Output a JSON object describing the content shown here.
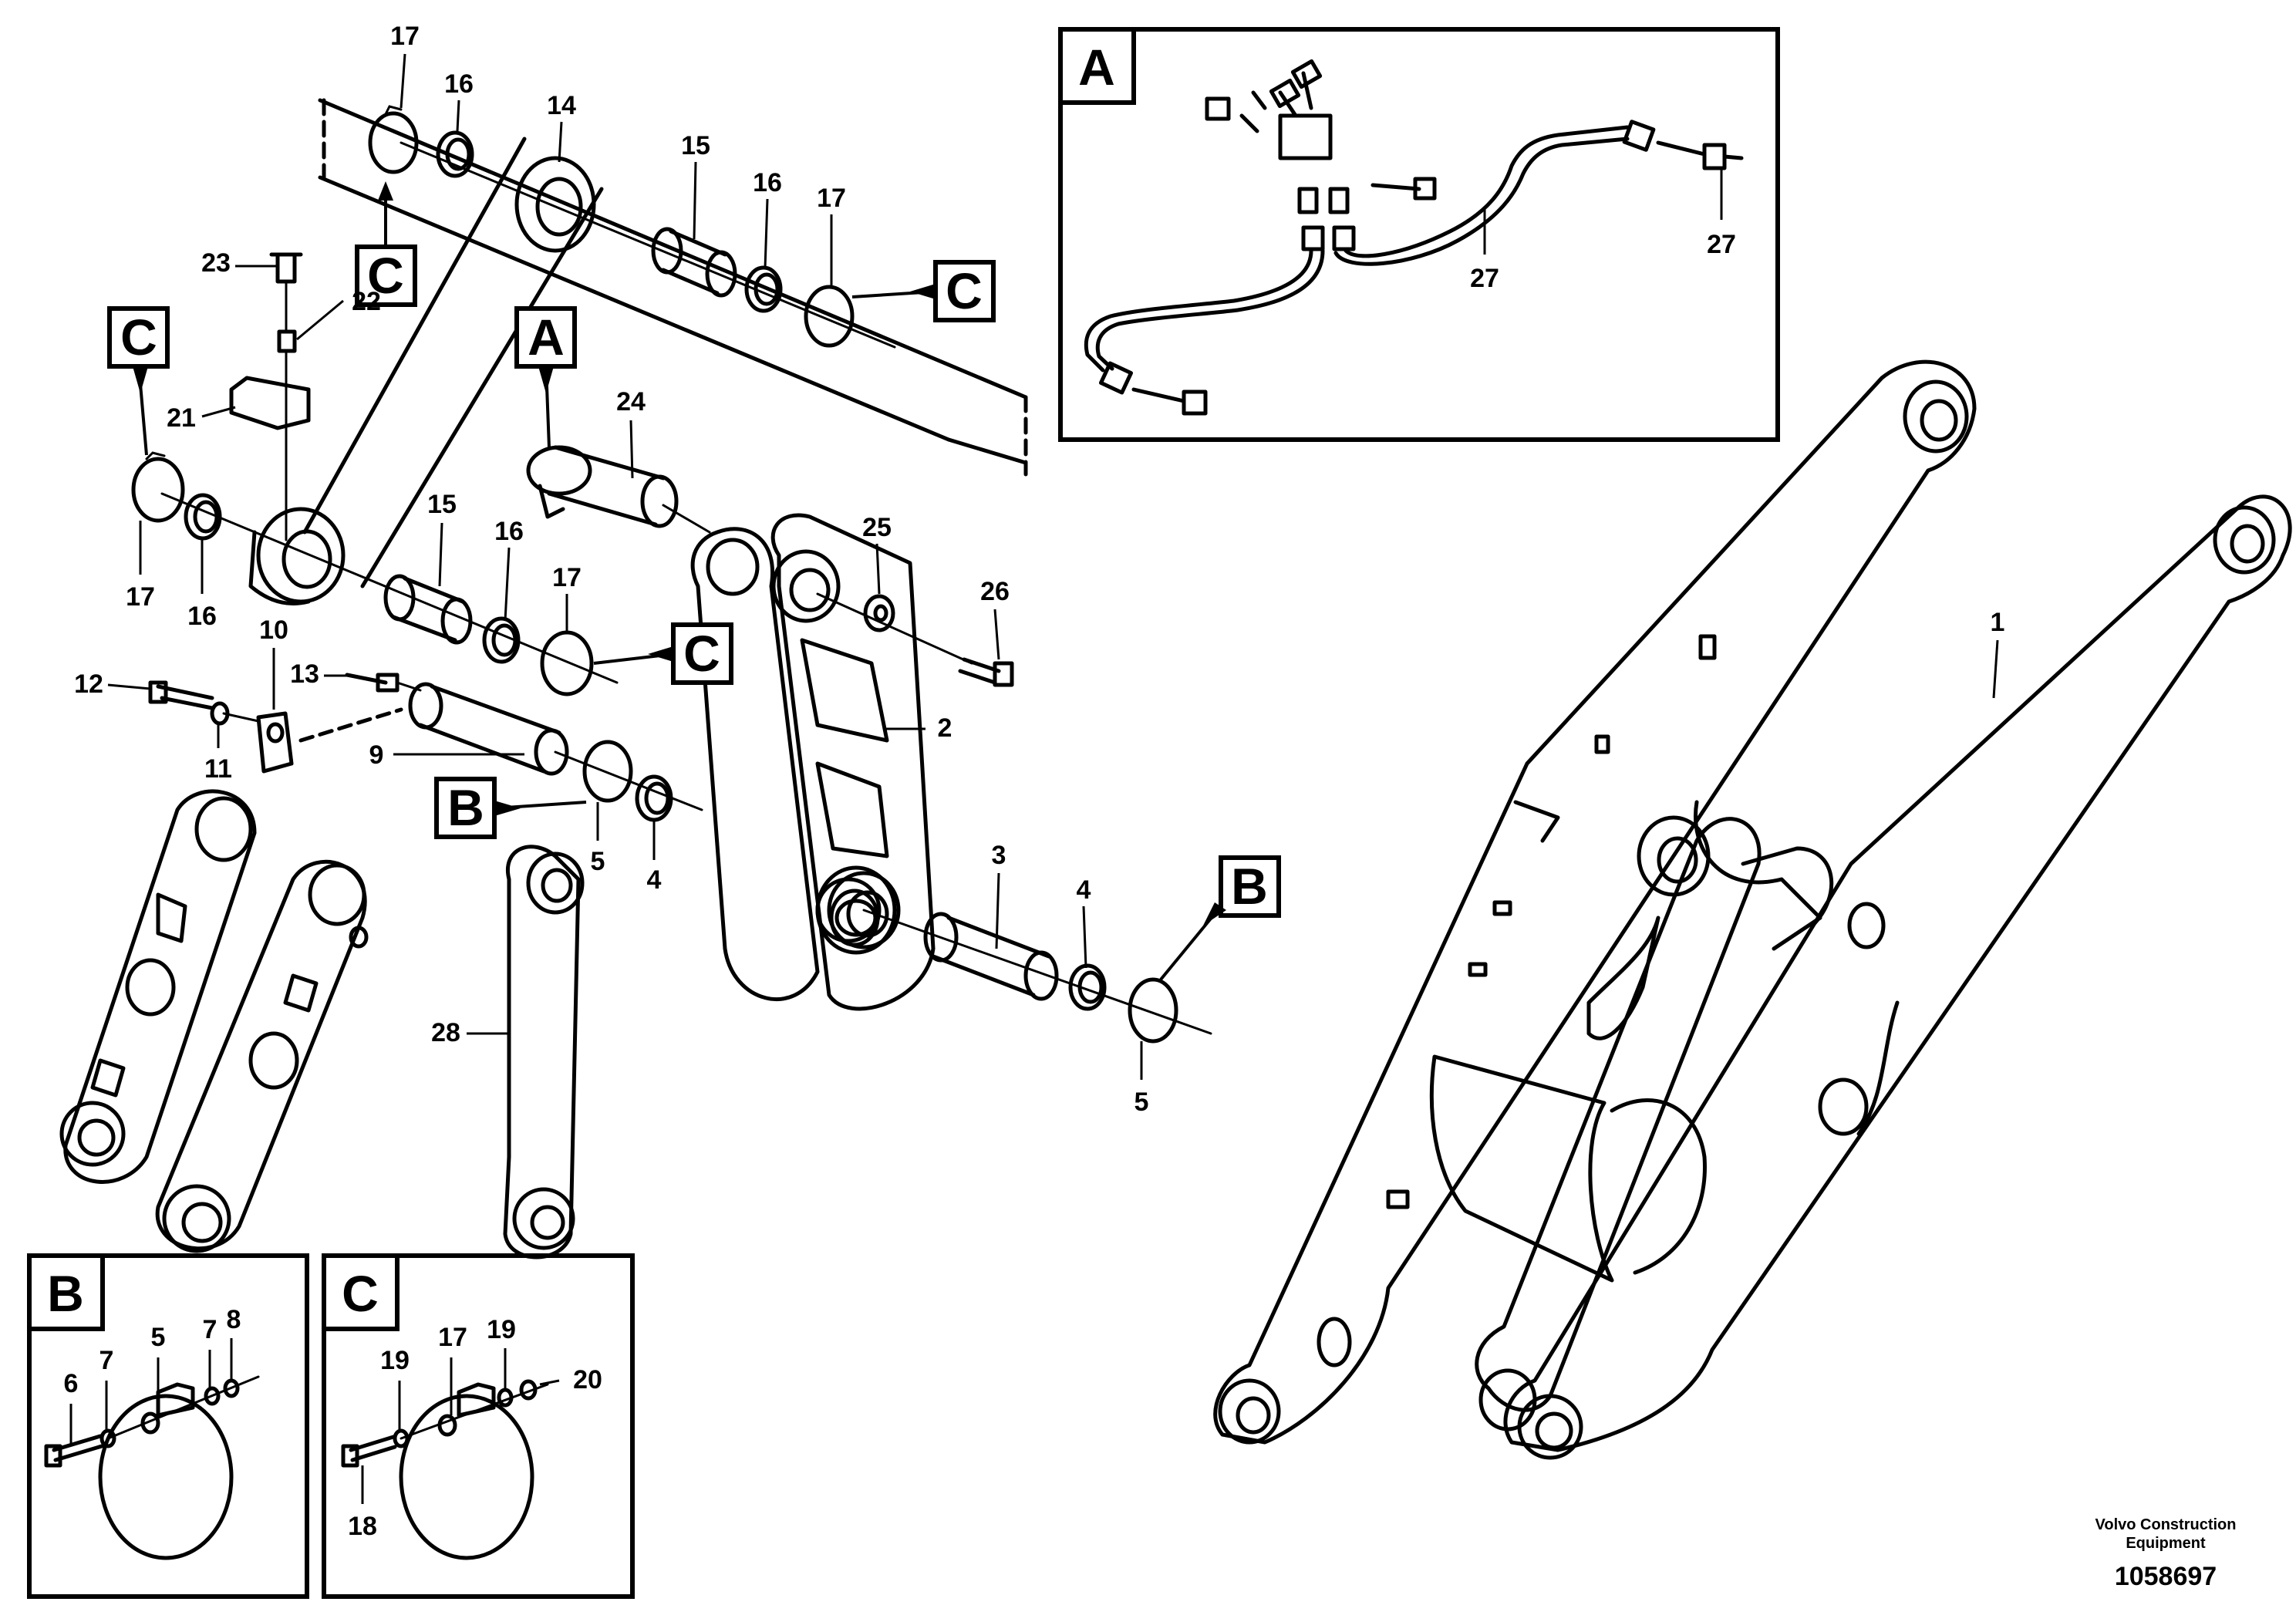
{
  "callouts": {
    "p1": "1",
    "p2": "2",
    "p3": "3",
    "p4a": "4",
    "p4b": "4",
    "p5a": "5",
    "p5b": "5",
    "p9": "9",
    "p10": "10",
    "p11": "11",
    "p12": "12",
    "p13": "13",
    "p14": "14",
    "p15a": "15",
    "p15b": "15",
    "p16a": "16",
    "p16b": "16",
    "p16c": "16",
    "p16d": "16",
    "p17a": "17",
    "p17b": "17",
    "p17c": "17",
    "p17d": "17",
    "p21": "21",
    "p22": "22",
    "p23": "23",
    "p24": "24",
    "p25": "25",
    "p26": "26",
    "p27a": "27",
    "p27b": "27",
    "p28": "28"
  },
  "detail_refs": {
    "A": "A",
    "B": "B",
    "C": "C"
  },
  "detail_a": {
    "title": "A"
  },
  "detail_b": {
    "title": "B",
    "labels": {
      "p5": "5",
      "p6": "6",
      "p7a": "7",
      "p7b": "7",
      "p8": "8"
    }
  },
  "detail_c": {
    "title": "C",
    "labels": {
      "p17": "17",
      "p18": "18",
      "p19a": "19",
      "p19b": "19",
      "p20": "20"
    }
  },
  "footer": {
    "credit_line1": "Volvo Construction",
    "credit_line2": "Equipment",
    "drawing_number": "1058697"
  }
}
